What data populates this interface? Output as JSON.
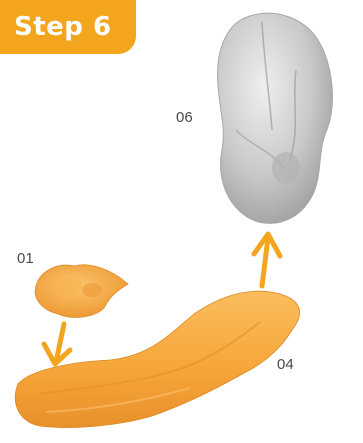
{
  "step": {
    "label": "Step 6"
  },
  "labels": {
    "part_01": "01",
    "part_04": "04",
    "part_06": "06"
  },
  "colors": {
    "accent": "#f3a51e",
    "part_orange": "#f6a73b",
    "part_gray": "#c8c8c8"
  }
}
